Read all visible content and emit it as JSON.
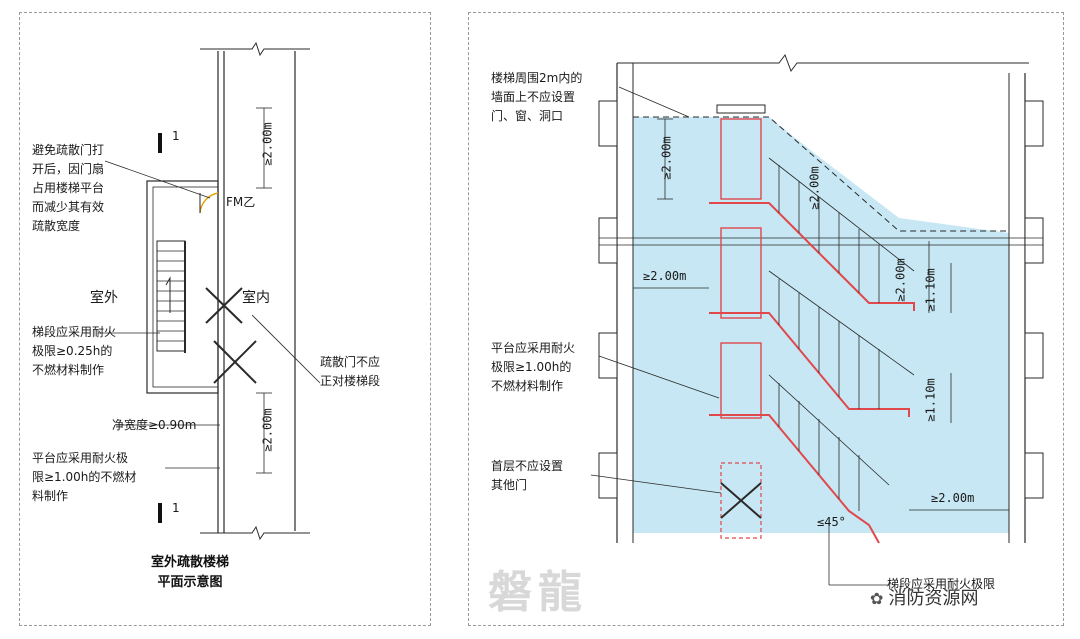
{
  "left": {
    "section_mark_top": "1",
    "section_mark_bottom": "1",
    "avoid_door_note": "避免疏散门打\n开后，因门扇\n占用楼梯平台\n而减少其有效\n疏散宽度",
    "door_label": "FM乙",
    "outdoor_label": "室外",
    "indoor_label": "室内",
    "dim_upper": "≥2.00m",
    "dim_lower": "≥2.00m",
    "stair_fire_note": "梯段应采用耐火\n极限≥0.25h的\n不燃材料制作",
    "door_not_facing_note": "疏散门不应\n正对楼梯段",
    "net_width_label": "净宽度≥0.90m",
    "platform_fire_note": "平台应采用耐火极\n限≥1.00h的不燃材\n料制作",
    "title": "室外疏散楼梯\n平面示意图"
  },
  "right": {
    "wall_note": "楼梯周围2m内的\n墙面上不应设置\n门、窗、洞口",
    "platform_note": "平台应采用耐火\n极限≥1.00h的\n不燃材料制作",
    "ground_door_note": "首层不应设置\n其他门",
    "dim_top_left": "≥2.00m",
    "dim_top_diag": "≥2.00m",
    "dim_mid_horizontal": "≥2.00m",
    "dim_mid_right": "≥2.00m",
    "dim_rail_1": "≥1.10m",
    "dim_rail_2": "≥1.10m",
    "dim_bottom_right": "≥2.00m",
    "angle_label": "≤45°",
    "stair_note": "梯段应采用耐火极限"
  },
  "watermark": "磐龍",
  "brand": "消防资源网",
  "colors": {
    "line": "#2a2a2a",
    "red": "#e0484c",
    "blue_fill": "#c6e7f3",
    "hatch": "#555555"
  }
}
